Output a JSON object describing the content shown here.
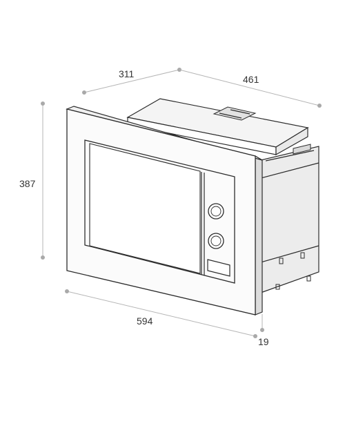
{
  "dimensions": {
    "top_depth": "311",
    "top_width_back": "461",
    "height": "387",
    "front_width": "594",
    "frame_depth": "19"
  },
  "colors": {
    "line": "#2b2b2b",
    "dimension_line": "#b5b5b5",
    "dimension_dot": "#a9a9a9",
    "top_surface": "#f4f4f4",
    "side_surface": "#ececec",
    "frame_fill": "#fbfbfb",
    "text": "#333333"
  },
  "icons": {
    "knob_top": "rotary-knob-icon",
    "knob_bottom": "rotary-knob-icon",
    "door_button": "door-release-button-icon",
    "vent": "vent-grille-icon"
  }
}
